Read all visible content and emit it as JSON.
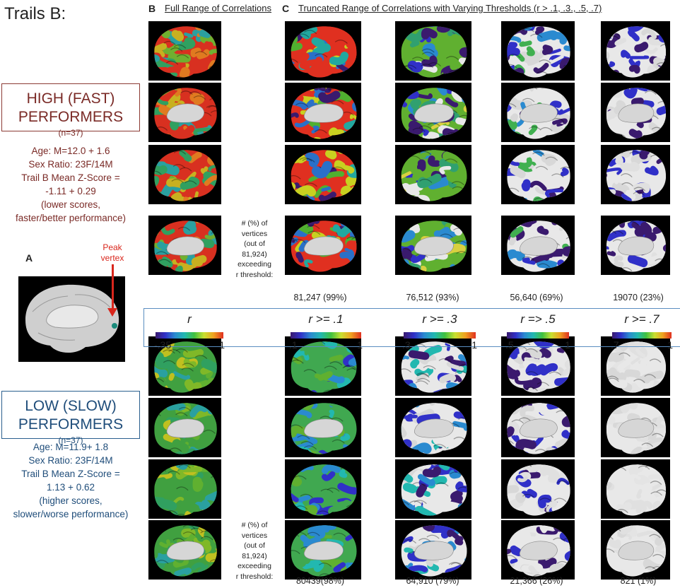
{
  "title": "Trails B:",
  "sections": {
    "A": "A",
    "B": "B",
    "B_heading": "Full Range of Correlations",
    "C": "C",
    "C_heading": "Truncated Range of Correlations with Varying Thresholds (r > .1, .3., .5, .7)"
  },
  "high_group": {
    "line1": "HIGH (FAST)",
    "line2": "PERFORMERS",
    "n": "(n=37)",
    "stats": [
      "Age: M=12.0 + 1.6",
      "Sex Ratio: 23F/14M",
      "Trail B Mean Z-Score =",
      "-1.11 + 0.29",
      "(lower scores,",
      "faster/better performance)"
    ]
  },
  "low_group": {
    "line1": "LOW (SLOW)",
    "line2": "PERFORMERS",
    "n": "(n=37)",
    "stats": [
      "Age: M=11.9+ 1.8",
      "Sex Ratio: 23F/14M",
      "Trail B Mean Z-Score =",
      "1.13 + 0.62",
      "(higher scores,",
      "slower/worse performance)"
    ]
  },
  "peak_vertex": {
    "line1": "Peak",
    "line2": "vertex"
  },
  "vertices_label": [
    "# (%) of",
    "vertices",
    "(out of",
    "81,924)",
    "exceeding",
    "r threshold:"
  ],
  "high_counts": [
    "81,247 (99%)",
    "76,512 (93%)",
    "56,640 (69%)",
    "19070 (23%)"
  ],
  "low_counts": [
    "80439(98%)",
    "64,910 (79%)",
    "21,366 (26%)",
    "821 (1%)"
  ],
  "legends": [
    {
      "title": "r",
      "low": "-.35",
      "high": "1"
    },
    {
      "title": "r >= .1",
      "low": ".1",
      "high": "1"
    },
    {
      "title": "r >= .3",
      "low": ".3",
      "high": "1"
    },
    {
      "title": "r => .5",
      "low": ".5",
      "high": "1"
    },
    {
      "title": "r >= .7",
      "low": ".7",
      "high": "1"
    }
  ],
  "colors": {
    "high_group": "#7a2a26",
    "low_group": "#1f4d7a",
    "peak_arrow": "#d9261c",
    "legend_border": "#5a8ec0"
  },
  "colormap": [
    "#3a1a6e",
    "#3030c8",
    "#2a8ad0",
    "#22b8b0",
    "#40c040",
    "#c8e030",
    "#f0a020",
    "#e03020"
  ]
}
